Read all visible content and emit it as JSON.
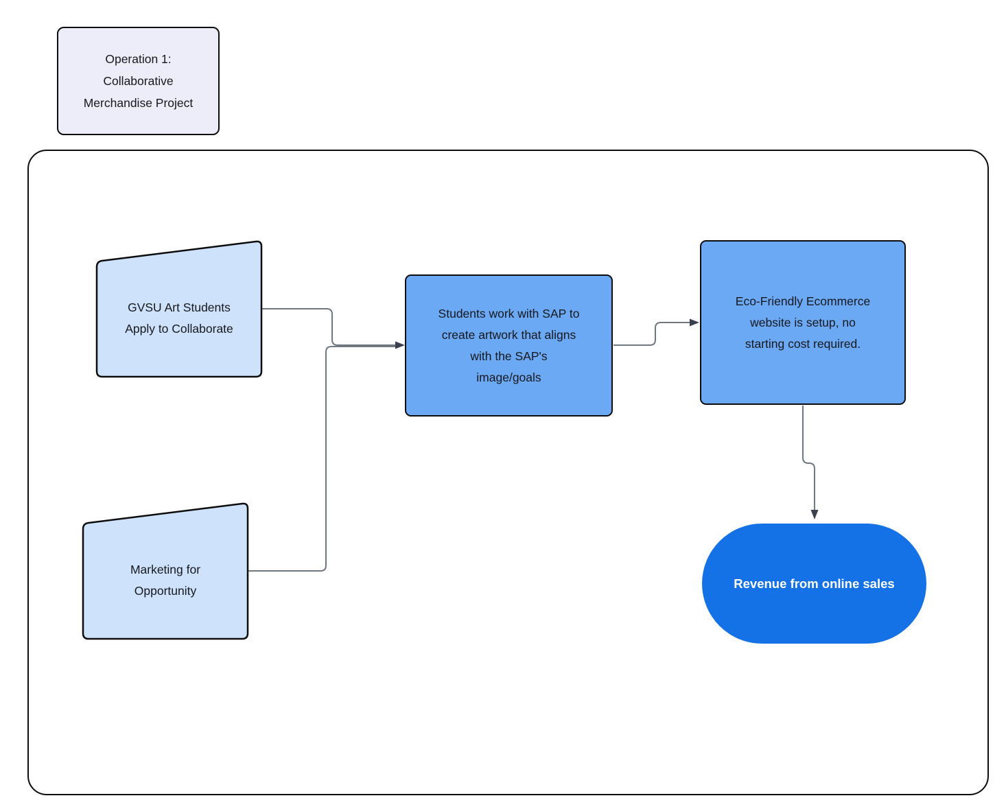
{
  "title_card": {
    "label": "Operation 1:\nCollaborative\nMerchandise Project"
  },
  "nodes": {
    "gvsu_apply": {
      "label": "GVSU Art Students\nApply to Collaborate",
      "shape": "manual-input",
      "fill": "#cfe2fb"
    },
    "marketing": {
      "label": "Marketing for\nOpportunity",
      "shape": "manual-input",
      "fill": "#cfe2fb"
    },
    "create_artwork": {
      "label": "Students work with SAP to\ncreate artwork that aligns\nwith the SAP's\nimage/goals",
      "shape": "process",
      "fill": "#6ca9f4"
    },
    "ecommerce_setup": {
      "label": "Eco-Friendly Ecommerce\nwebsite is setup, no\nstarting cost required.",
      "shape": "process",
      "fill": "#6ca9f4"
    },
    "revenue": {
      "label": "Revenue from online sales",
      "shape": "terminator",
      "fill": "#1471e6",
      "text_color": "#ffffff"
    }
  },
  "edges": [
    {
      "from": "gvsu_apply",
      "to": "create_artwork"
    },
    {
      "from": "marketing",
      "to": "create_artwork"
    },
    {
      "from": "create_artwork",
      "to": "ecommerce_setup"
    },
    {
      "from": "ecommerce_setup",
      "to": "revenue"
    }
  ],
  "colors": {
    "background": "#ffffff",
    "node_border": "#0d0d0d",
    "title_card_fill": "#ededfa",
    "manual_input_fill": "#cfe2fb",
    "process_fill": "#6ca9f4",
    "terminator_fill": "#1471e6",
    "connector_line": "#6f7780",
    "arrowhead": "#3a414e",
    "text": "#16181d"
  }
}
